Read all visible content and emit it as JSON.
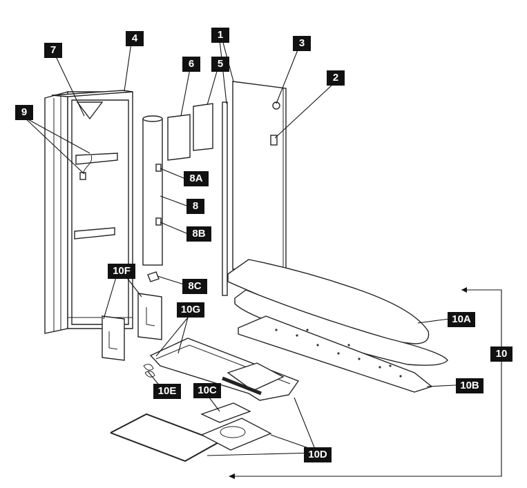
{
  "diagram": {
    "callouts": {
      "c1": "1",
      "c2": "2",
      "c3": "3",
      "c4": "4",
      "c5": "5",
      "c6": "6",
      "c7": "7",
      "c8": "8",
      "c8a": "8A",
      "c8b": "8B",
      "c8c": "8C",
      "c9": "9",
      "c10": "10",
      "c10a": "10A",
      "c10b": "10B",
      "c10c": "10C",
      "c10d": "10D",
      "c10e": "10E",
      "c10f": "10F",
      "c10g": "10G"
    },
    "colors": {
      "label_bg": "#111111",
      "label_text": "#ffffff",
      "line": "#222222"
    }
  }
}
